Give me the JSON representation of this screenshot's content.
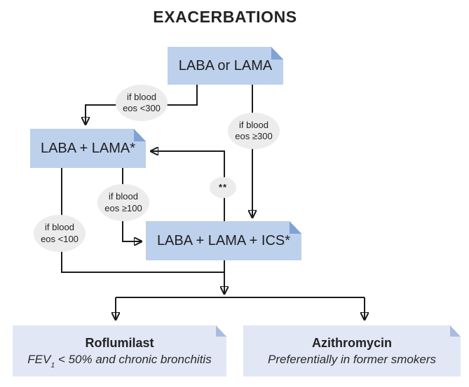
{
  "title": "EXACERBATIONS",
  "boxes": {
    "laba_or_lama": {
      "label": "LABA or LAMA"
    },
    "laba_lama": {
      "label": "LABA + LAMA*"
    },
    "laba_lama_ics": {
      "label": "LABA + LAMA + ICS*"
    },
    "roflumilast": {
      "title": "Roflumilast",
      "subtitle_prefix": "FEV",
      "subtitle_subscript": "1",
      "subtitle_rest": " < 50% and chronic bronchitis"
    },
    "azithromycin": {
      "title": "Azithromycin",
      "subtitle": "Preferentially in former smokers"
    }
  },
  "conditions": {
    "eos_lt_300": {
      "line1": "if blood",
      "line2": "eos <300"
    },
    "eos_ge_300": {
      "line1": "if blood",
      "line2": "eos ≥300"
    },
    "eos_ge_100": {
      "line1": "if blood",
      "line2": "eos ≥100"
    },
    "eos_lt_100": {
      "line1": "if blood",
      "line2": "eos <100"
    },
    "double_asterisk": {
      "label": "**"
    }
  },
  "colors": {
    "node_fill": "#bdd0ec",
    "node_fold": "#7fa3d2",
    "leaf_fill": "#e2e7f6",
    "leaf_fold": "#a9bcde",
    "condition_fill": "#ececec",
    "connector": "#1a1a1a",
    "background": "#ffffff"
  }
}
